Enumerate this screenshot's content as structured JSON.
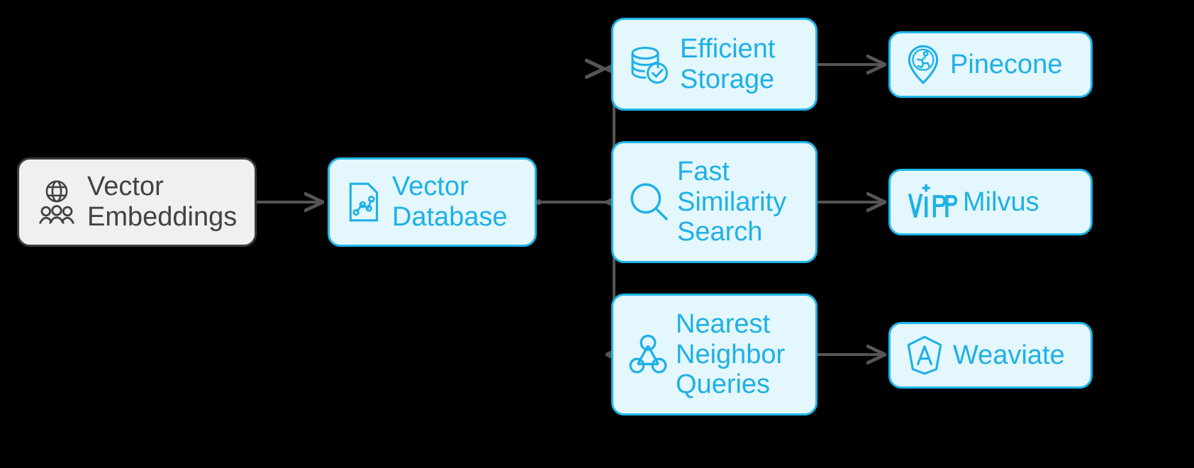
{
  "diagram": {
    "type": "flowchart",
    "title": "Vector Database Flow",
    "background_color": "#000000",
    "accent_color": "#1fb0e5",
    "node_fill_cyan": "#e3f7fd",
    "node_fill_gray": "#f0f0f0",
    "connector_color": "#555555"
  },
  "nodes": {
    "source": {
      "label": "Vector\nEmbeddings",
      "icon": "globe-people-icon",
      "style": "gray"
    },
    "database": {
      "label": "Vector\nDatabase",
      "icon": "file-graph-icon",
      "style": "cyan"
    },
    "features": [
      {
        "label": "Efficient\nStorage",
        "icon": "database-check-icon",
        "style": "cyan"
      },
      {
        "label": "Fast\nSimilarity\nSearch",
        "icon": "magnifier-icon",
        "style": "cyan"
      },
      {
        "label": "Nearest\nNeighbor\nQueries",
        "icon": "node-graph-icon",
        "style": "cyan"
      }
    ],
    "products": [
      {
        "label": "Pinecone",
        "icon": "pinecone-pin-runner-icon",
        "style": "cyan"
      },
      {
        "label": "Milvus",
        "icon": "milvus-virb-icon",
        "style": "cyan"
      },
      {
        "label": "Weaviate",
        "icon": "weaviate-shield-a-icon",
        "style": "cyan"
      }
    ]
  },
  "connectors": [
    {
      "from": "source",
      "to": "database"
    },
    {
      "from": "database",
      "to": "efficient-storage"
    },
    {
      "from": "database",
      "to": "fast-similarity-search"
    },
    {
      "from": "database",
      "to": "nearest-neighbor-queries"
    },
    {
      "from": "efficient-storage",
      "to": "pinecone"
    },
    {
      "from": "fast-similarity-search",
      "to": "milvus"
    },
    {
      "from": "nearest-neighbor-queries",
      "to": "weaviate"
    }
  ]
}
